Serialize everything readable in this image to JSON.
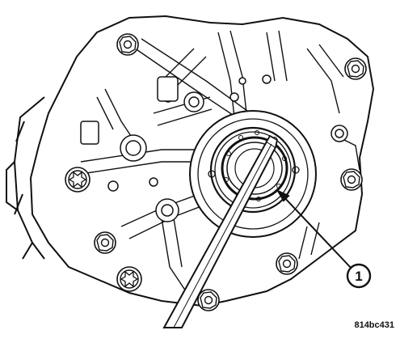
{
  "callouts": [
    {
      "number": "1",
      "target": "seal"
    }
  ],
  "figure_code": "814bc431",
  "colors": {
    "line": "#111111",
    "background": "#ffffff"
  }
}
